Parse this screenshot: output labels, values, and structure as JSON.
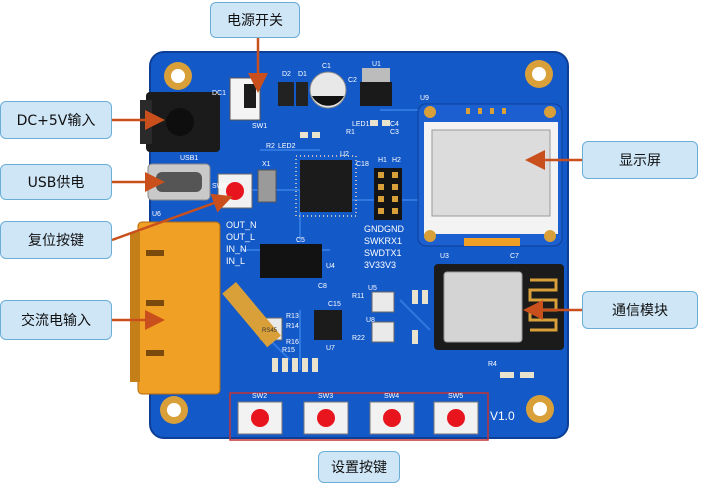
{
  "callouts": {
    "power_switch": "电源开关",
    "dc_input": "DC+5V输入",
    "usb_power": "USB供电",
    "reset_button": "复位按键",
    "ac_input": "交流电输入",
    "display": "显示屏",
    "comm_module": "通信模块",
    "setting_buttons": "设置按键"
  },
  "silkscreen": {
    "dc1": "DC1",
    "sw1": "SW1",
    "d1": "D1",
    "d2": "D2",
    "c1": "C1",
    "c2": "C2",
    "u1": "U1",
    "usb1": "USB1",
    "u6": "U6",
    "x1": "X1",
    "r2": "R2",
    "led2": "LED2",
    "sw6": "SW6",
    "u2": "U2",
    "c18": "C18",
    "h1": "H1",
    "h2": "H2",
    "gndgnd": "GNDGND",
    "swkrx1": "SWKRX1",
    "swdtx1": "SWDTX1",
    "v33": "3V33V3",
    "out_n": "OUT_N",
    "out_l": "OUT_L",
    "in_n": "IN_N",
    "in_l": "IN_L",
    "u4": "U4",
    "c5": "C5",
    "c7": "C7",
    "u9": "U9",
    "led1": "LED1",
    "r1": "R1",
    "c3": "C3",
    "c4": "C4",
    "u3": "U3",
    "r4": "R4",
    "c8": "C8",
    "c15": "C15",
    "u5": "U5",
    "u7": "U7",
    "u8": "U8",
    "r11": "R11",
    "r13": "R13",
    "r14": "R14",
    "r15": "R15",
    "r16": "R16",
    "r22": "R22",
    "sw2": "SW2",
    "sw3": "SW3",
    "sw4": "SW4",
    "sw5": "SW5",
    "version": "V1.0",
    "rs_chip": "RS45"
  },
  "colors": {
    "pcb": "#1459c8",
    "pcb_dark": "#0d3f96",
    "gold": "#d9a03a",
    "button_red": "#e8141e",
    "arrow": "#c9501c",
    "callout_fill": "#cfe6f7",
    "callout_border": "#6aaed8",
    "highlight_box": "#c33333",
    "terminal": "#f0a024"
  }
}
